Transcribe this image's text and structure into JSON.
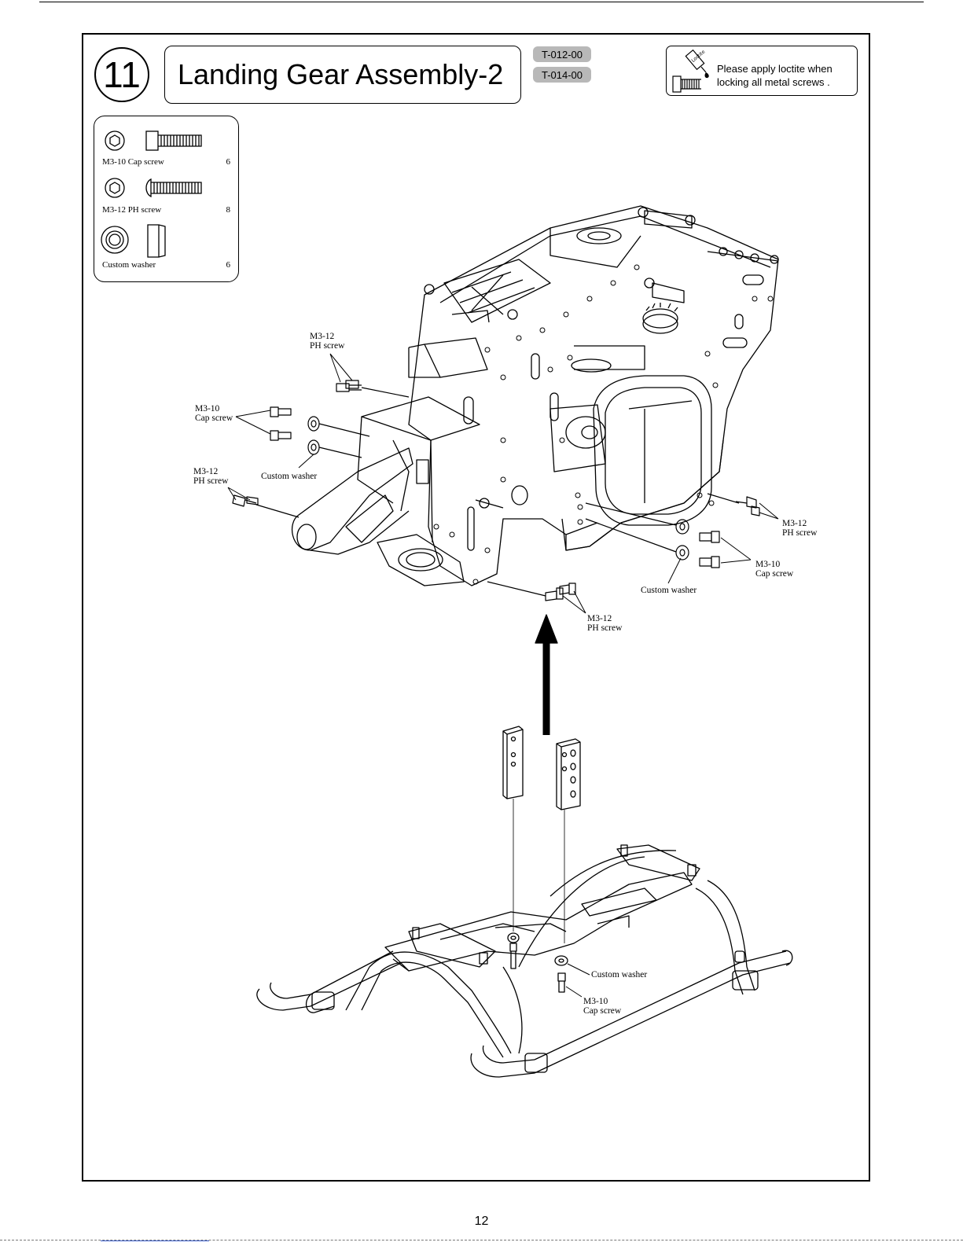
{
  "step": {
    "number": "11",
    "title": "Landing Gear Assembly-2",
    "codes": [
      "T-012-00",
      "T-014-00"
    ]
  },
  "loctite_note": {
    "line1": "Please apply loctite when",
    "line2": "locking all metal screws ."
  },
  "parts": [
    {
      "name": "M3-10 Cap screw",
      "qty": "6",
      "icon": "cap-screw-icon"
    },
    {
      "name": "M3-12 PH screw",
      "qty": "8",
      "icon": "ph-screw-icon"
    },
    {
      "name": "Custom washer",
      "qty": "6",
      "icon": "washer-icon"
    }
  ],
  "callouts": {
    "ph_top": "M3-12\nPH screw",
    "cap_left": "M3-10\nCap screw",
    "washer_left": "Custom washer",
    "ph_left": "M3-12\nPH screw",
    "ph_right": "M3-12\nPH screw",
    "cap_right": "M3-10\nCap screw",
    "washer_right": "Custom washer",
    "ph_bottom": "M3-12\nPH screw",
    "washer_gear": "Custom washer",
    "cap_gear": "M3-10\nCap screw"
  },
  "page_number": "12"
}
